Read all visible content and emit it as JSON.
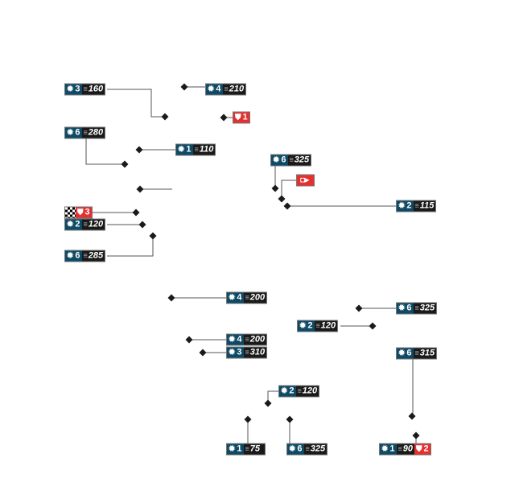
{
  "colors": {
    "gear_bg": "#0e4a66",
    "speed_bg": "#1a1a1a",
    "alert_bg": "#e53030",
    "node": "#1a1a1a"
  },
  "icons": {
    "gear": "gear-icon",
    "speed": "speed-lines-icon",
    "shield": "shield-icon",
    "camera": "camera-icon",
    "finish": "checkered-flag-icon"
  },
  "labels": [
    {
      "gear": "3",
      "speed": "160"
    },
    {
      "gear": "4",
      "speed": "210"
    },
    {
      "alert": "1"
    },
    {
      "gear": "6",
      "speed": "280"
    },
    {
      "gear": "1",
      "speed": "110"
    },
    {
      "alert": "3"
    },
    {
      "gear": "2",
      "speed": "120"
    },
    {
      "gear": "6",
      "speed": "285"
    },
    {
      "gear": "6",
      "speed": "325"
    },
    {
      "gear": "2",
      "speed": "115"
    },
    {
      "gear": "4",
      "speed": "200"
    },
    {
      "gear": "6",
      "speed": "325"
    },
    {
      "gear": "2",
      "speed": "120"
    },
    {
      "gear": "4",
      "speed": "200"
    },
    {
      "gear": "3",
      "speed": "310"
    },
    {
      "gear": "6",
      "speed": "315"
    },
    {
      "gear": "2",
      "speed": "120"
    },
    {
      "gear": "1",
      "speed": "75"
    },
    {
      "gear": "6",
      "speed": "325"
    },
    {
      "gear": "1",
      "speed": "90",
      "alert": "2"
    }
  ]
}
